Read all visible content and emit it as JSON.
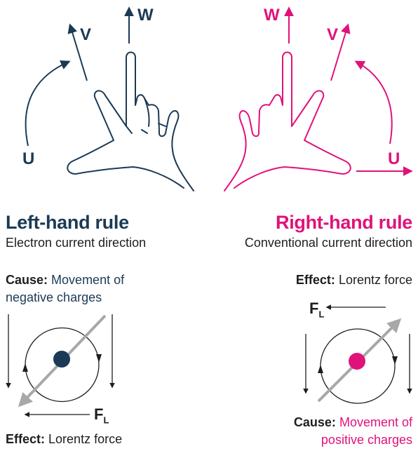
{
  "colors": {
    "left": "#1b3a55",
    "right": "#e0127a",
    "ink": "#1e1e1e",
    "rod": "#a8a8a8"
  },
  "left": {
    "title": "Left-hand rule",
    "subtitle": "Electron current direction",
    "cause_label": "Cause:",
    "cause_text_1": "Movement of",
    "cause_text_2": "negative charges",
    "effect_label": "Effect:",
    "effect_text": "Lorentz force",
    "force_label": "F",
    "force_sub": "L",
    "u": "U",
    "v": "V",
    "w": "W"
  },
  "right": {
    "title": "Right-hand rule",
    "subtitle": "Conventional current direction",
    "effect_label": "Effect:",
    "effect_text": "Lorentz force",
    "cause_label": "Cause:",
    "cause_text_1": "Movement of",
    "cause_text_2": "positive charges",
    "force_label": "F",
    "force_sub": "L",
    "u": "U",
    "v": "V",
    "w": "W"
  }
}
